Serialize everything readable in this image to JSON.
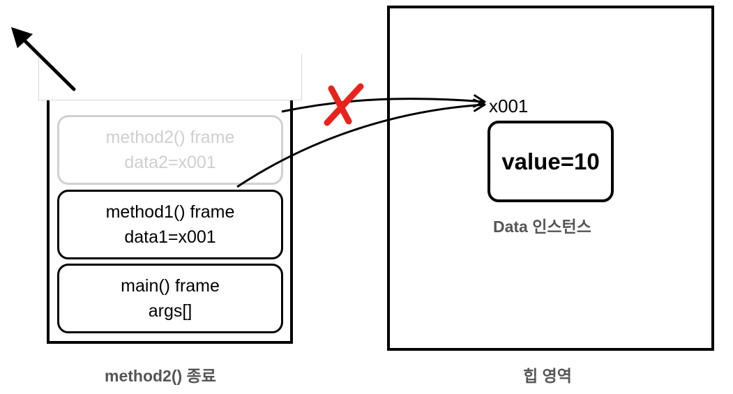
{
  "stack": {
    "frames": [
      {
        "line1": "method2() frame",
        "line2": "data2=x001",
        "state": "removed"
      },
      {
        "line1": "method1() frame",
        "line2": "data1=x001",
        "state": "active"
      },
      {
        "line1": "main() frame",
        "line2": "args[]",
        "state": "active"
      }
    ],
    "caption": "method2() 종료"
  },
  "heap": {
    "address": "x001",
    "instance_value": "value=10",
    "instance_label": "Data 인스턴스",
    "caption": "힙 영역"
  },
  "colors": {
    "stroke": "#000000",
    "faded": "#d0d0d0",
    "caption": "#555555",
    "cross": "#e8231c"
  },
  "icons": {
    "pop_arrow": "arrow-up-left-icon",
    "removed_reference": "red-x-icon"
  }
}
